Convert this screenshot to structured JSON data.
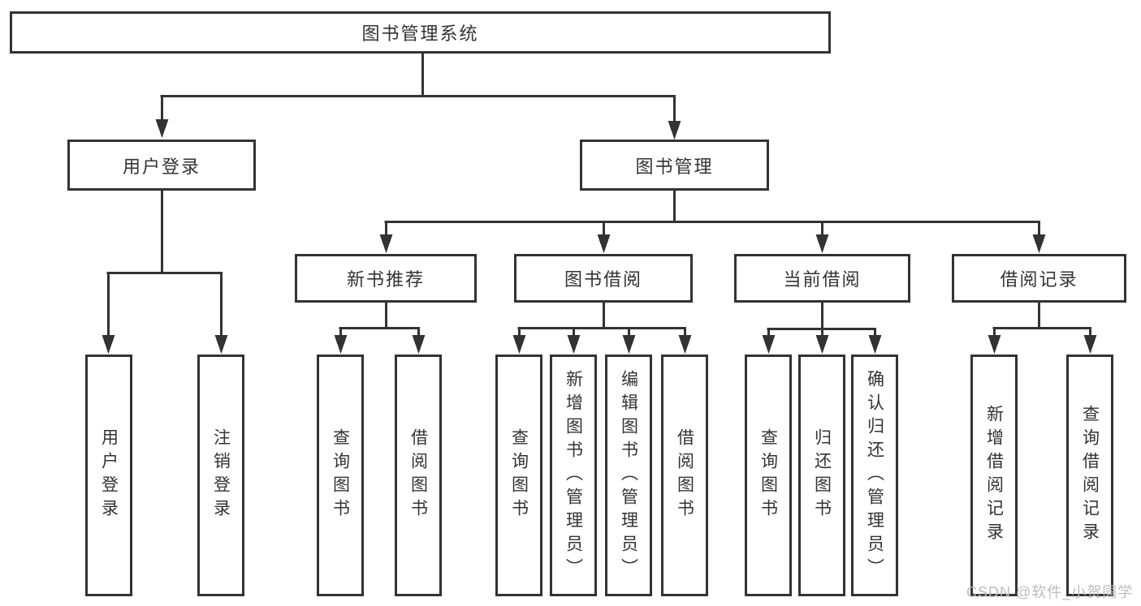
{
  "colors": {
    "line": "#333333",
    "text": "#333333",
    "watermark": "#bdbdbd",
    "background": "#ffffff"
  },
  "watermark": {
    "text": "CSDN @软件_小贺同学"
  },
  "tree": {
    "root": {
      "label": "图书管理系统",
      "children": [
        {
          "label": "用户登录",
          "children": [
            {
              "label": "用户登录"
            },
            {
              "label": "注销登录"
            }
          ]
        },
        {
          "label": "图书管理",
          "children": [
            {
              "label": "新书推荐",
              "children": [
                {
                  "label": "查询图书"
                },
                {
                  "label": "借阅图书"
                }
              ]
            },
            {
              "label": "图书借阅",
              "children": [
                {
                  "label": "查询图书"
                },
                {
                  "label": "新增图书（管理员）"
                },
                {
                  "label": "编辑图书（管理员）"
                },
                {
                  "label": "借阅图书"
                }
              ]
            },
            {
              "label": "当前借阅",
              "children": [
                {
                  "label": "查询图书"
                },
                {
                  "label": "归还图书"
                },
                {
                  "label": "确认归还（管理员）"
                }
              ]
            },
            {
              "label": "借阅记录",
              "children": [
                {
                  "label": "新增借阅记录"
                },
                {
                  "label": "查询借阅记录"
                }
              ]
            }
          ]
        }
      ]
    }
  }
}
